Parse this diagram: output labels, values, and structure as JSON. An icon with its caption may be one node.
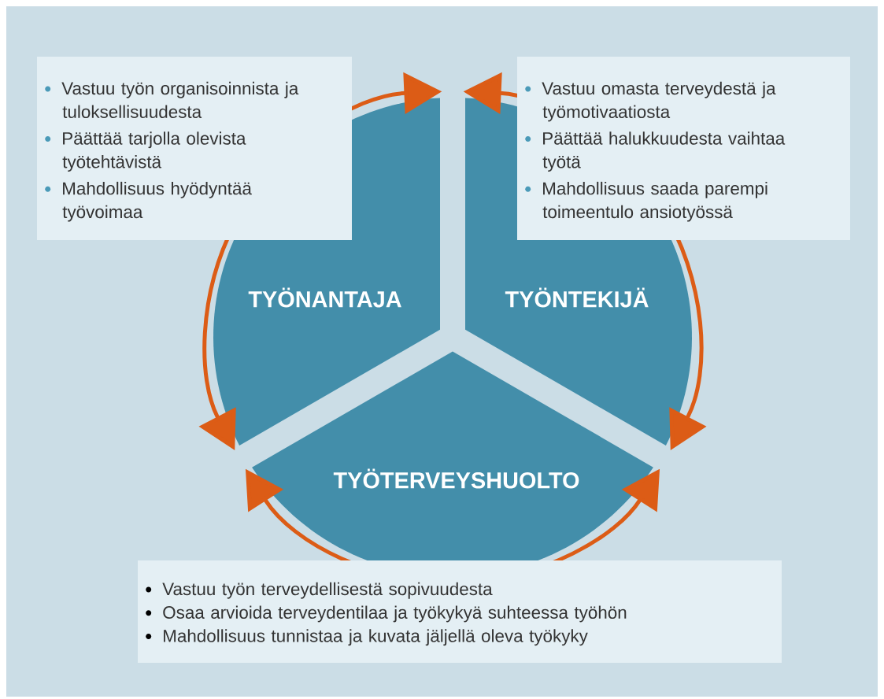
{
  "diagram": {
    "nodes": [
      {
        "text": [
          "Vastuu työn organisoinnista ja tuloksellisuudesta",
          "Päättää tarjolla olevista työtehtävistä",
          "Mahdollisuus hyödyntää työvoimaa"
        ]
      },
      {
        "text": [
          "Vastuu omasta terveydestä ja työmotivaatiosta",
          "Päättää halukkuudesta vaihtaa työtä",
          "Mahdollisuus saada parempi toimeentulo ansiotyössä"
        ]
      },
      {
        "text": [
          "TYÖNANTAJA"
        ]
      },
      {
        "text": [
          "TYÖNTEKIJÄ"
        ]
      },
      {
        "text": [
          "TYÖTERVEYSHUOLTO"
        ]
      },
      {
        "text": [
          "Vastuu työn terveydellisestä sopivuudesta",
          "Osaa arvioida terveydentilaa ja työkykyä suhteessa työhön",
          "Mahdollisuus tunnistaa ja kuvata jäljellä oleva työkyky"
        ]
      }
    ]
  }
}
